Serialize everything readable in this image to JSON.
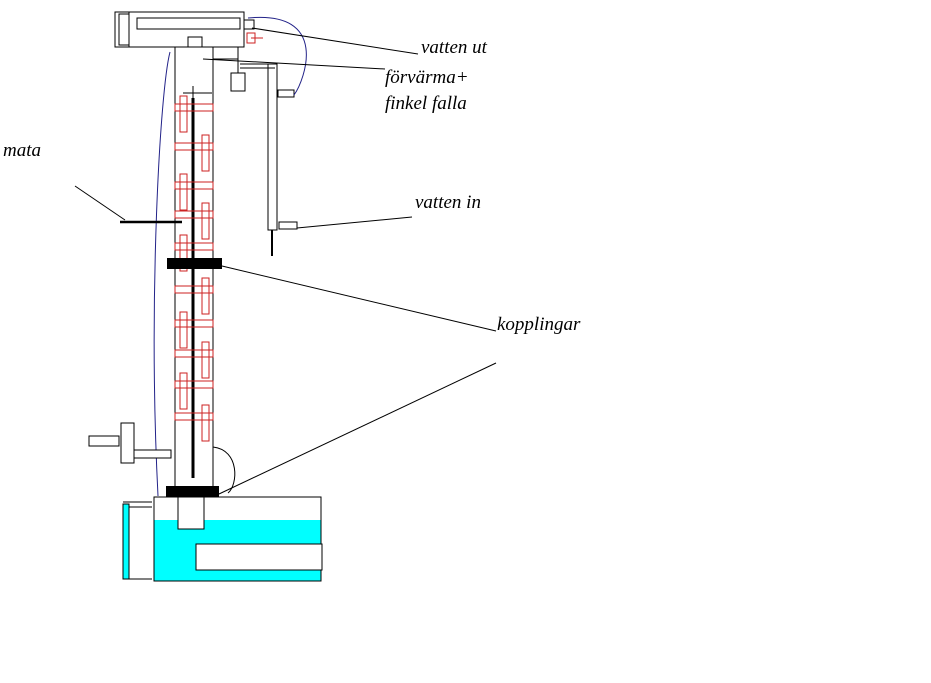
{
  "labels": {
    "vatten_ut": "vatten ut",
    "forvarma_line1": "förvärma+",
    "forvarma_line2": "finkel falla",
    "mata": "mata",
    "vatten_in": "vatten in",
    "kopplingar": "kopplingar"
  },
  "colors": {
    "outline": "#000000",
    "packing": "#cc2222",
    "hose": "#222288",
    "liquid": "#00ffff",
    "coupling": "#000000",
    "background": "#ffffff"
  }
}
